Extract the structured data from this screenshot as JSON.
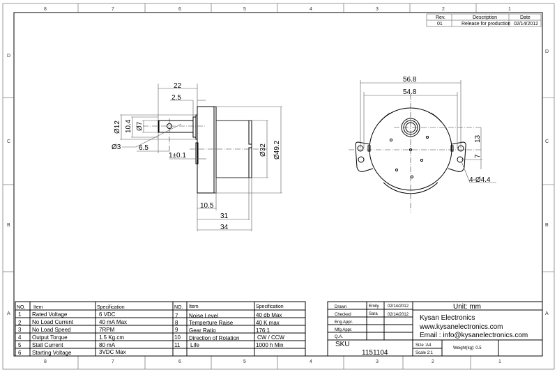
{
  "zones": {
    "columns": [
      "8",
      "7",
      "6",
      "5",
      "4",
      "3",
      "2",
      "1"
    ],
    "rows": [
      "D",
      "C",
      "B",
      "A"
    ]
  },
  "revision_table": {
    "headers": [
      "Rev.",
      "Description",
      "Date"
    ],
    "rows": [
      [
        "01",
        "Release for production",
        "02/14/2012"
      ]
    ]
  },
  "side_view": {
    "dims": {
      "d22": "22",
      "d2_5": "2.5",
      "d12": "Ø12",
      "d10_4": "10.4",
      "d7": "Ø7",
      "d3": "Ø3",
      "d6_5": "6.5",
      "d1": "1±0.1",
      "d32": "Ø32",
      "d49_2": "Ø49.2",
      "d10_5": "10.5",
      "d31": "31",
      "d34": "34"
    }
  },
  "front_view": {
    "dims": {
      "d56_8": "56.8",
      "d54_8": "54.8",
      "d13": "13",
      "d7": "7",
      "holes": "4-Ø4.4"
    }
  },
  "spec_table": {
    "headers": [
      "NO.",
      "Item",
      "Specification",
      "NO.",
      "Item",
      "Specification"
    ],
    "left": [
      {
        "no": "1",
        "item": "Rated Voltage",
        "spec": "6 VDC"
      },
      {
        "no": "2",
        "item": "No Load Current",
        "spec": "40 mA Max"
      },
      {
        "no": "3",
        "item": "No Load Speed",
        "spec": "7RPM"
      },
      {
        "no": "4",
        "item": "Output Torque",
        "spec": "1.5 Kg.cm"
      },
      {
        "no": "5",
        "item": "Stall Current",
        "spec": "80 mA"
      },
      {
        "no": "6",
        "item": "Starting Voltage",
        "spec": "3VDC Max"
      }
    ],
    "right": [
      {
        "no": "7",
        "item": "Noise Level",
        "spec": "40 db Max"
      },
      {
        "no": "8",
        "item": "Temperture Raise",
        "spec": "40 K max"
      },
      {
        "no": "9",
        "item": "Gear Ratio",
        "spec": "176:1"
      },
      {
        "no": "10",
        "item": "Direction of Rotation",
        "spec": "CW / CCW"
      },
      {
        "no": "11",
        "item": "Life",
        "spec": "1000 h Min"
      }
    ]
  },
  "title_block": {
    "approvals": [
      {
        "role": "Drawn",
        "name": "Emily",
        "date": "02/14/2012"
      },
      {
        "role": "Checked",
        "name": "Sara",
        "date": "02/14/2012"
      },
      {
        "role": "Eng Appr.",
        "name": "",
        "date": ""
      },
      {
        "role": "Mfg Appr.",
        "name": "",
        "date": ""
      },
      {
        "role": "Q.A.",
        "name": "",
        "date": ""
      }
    ],
    "unit": "Unit: mm",
    "company": "Kysan Electronics",
    "website": "www.kysanelectronics.com",
    "email": "Email : info@kysanelectronics.com",
    "sku_label": "SKU",
    "sku": "1151104",
    "size": "Size :A4",
    "scale": "Scale 2:1",
    "weight": "Weight(kg): 0.5"
  }
}
